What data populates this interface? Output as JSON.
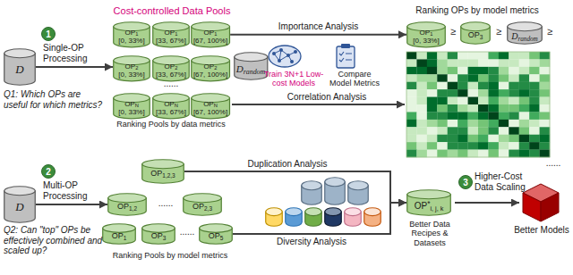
{
  "diagram": {
    "nodes": [
      {
        "text": [
          "D"
        ]
      },
      {
        "text": [
          "1"
        ]
      },
      {
        "text": [
          "OP",
          "1",
          "[0, 33%]"
        ]
      },
      {
        "text": [
          "OP",
          "1",
          "[33, 67%]"
        ]
      },
      {
        "text": [
          "OP",
          "1",
          "[67, 100%]"
        ]
      },
      {
        "text": [
          "OP",
          "2",
          "[0, 33%]"
        ]
      },
      {
        "text": [
          "OP",
          "2",
          "[33, 67%]"
        ]
      },
      {
        "text": [
          "OP",
          "2",
          "[67, 100%]"
        ]
      },
      {
        "text": [
          "OP",
          "N",
          "[0, 33%]"
        ]
      },
      {
        "text": [
          "OP",
          "N",
          "[33, 67%]"
        ]
      },
      {
        "text": [
          "OP",
          "N",
          "[67, 100%]"
        ]
      },
      {
        "text": [
          "D",
          "random"
        ]
      },
      {
        "text": [
          "OP",
          "1",
          "[0, 33%]"
        ]
      },
      {
        "text": [
          "OP",
          "3"
        ]
      },
      {
        "text": [
          "D",
          "random"
        ]
      },
      {
        "text": [
          "D"
        ]
      },
      {
        "text": [
          "2"
        ]
      },
      {
        "text": [
          "OP",
          "1,2,3"
        ]
      },
      {
        "text": [
          "OP",
          "1,2"
        ]
      },
      {
        "text": [
          "OP",
          "2,3"
        ]
      },
      {
        "text": [
          "OP",
          "1"
        ]
      },
      {
        "text": [
          "OP",
          "3"
        ]
      },
      {
        "text": [
          "OP",
          "5"
        ]
      },
      {
        "text": [
          "OP",
          "*",
          "i, j, k"
        ]
      },
      {
        "text": [
          "3"
        ]
      }
    ],
    "edges": [
      {
        "from": 0,
        "to": 5,
        "arrow": "to"
      },
      {
        "from": 4,
        "to": 12,
        "label": "Importance Analysis",
        "arrow": "to"
      },
      {
        "from": 15,
        "to": 18,
        "arrow": "to"
      },
      {
        "from": 17,
        "to": 23,
        "label": "Duplication Analysis",
        "arrow": "to"
      },
      {
        "from": 22,
        "to": 23,
        "label": "Diversity Analysis",
        "arrow": "to"
      }
    ],
    "labels": [
      "Single-OP Processing",
      "Q1: Which OPs are useful for which metrics?",
      "Cost-controlled Data Pools",
      "......",
      "Ranking Pools by data metrics",
      "Train 3N+1 Low-cost Models",
      "Compare Model Metrics",
      "Correlation Analysis",
      "Ranking OPs by model metrics",
      "≥",
      "≥",
      "≥",
      "......",
      "Multi-OP Processing",
      "Q2: Can \"top\" OPs be effectively combined and scaled up?",
      "......",
      "......",
      "Ranking Pools by model metrics",
      "Better Data Recipes & Datasets",
      "Higher-Cost Data Scaling",
      "Better Models"
    ]
  }
}
